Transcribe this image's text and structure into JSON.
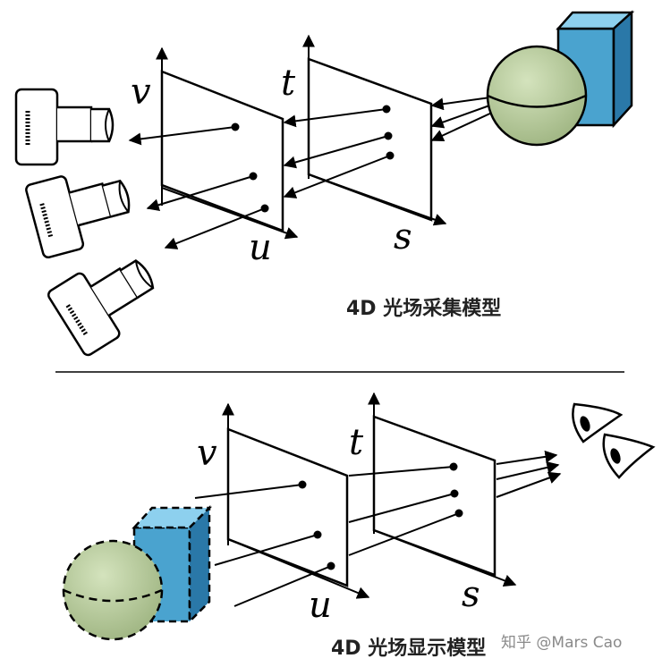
{
  "top_panel": {
    "axis_labels": {
      "v": "v",
      "t": "t",
      "u": "u",
      "s": "s"
    },
    "caption": "4D 光场采集模型"
  },
  "bottom_panel": {
    "axis_labels": {
      "v": "v",
      "t": "t",
      "u": "u",
      "s": "s"
    },
    "caption": "4D 光场显示模型"
  },
  "watermark": "知乎 @Mars Cao",
  "colors": {
    "sphere": "#b5c99a",
    "box_front": "#4aa3cf",
    "box_side": "#2a78a8",
    "box_top": "#8dd0ee",
    "line": "#000000"
  },
  "icons": [
    "camera-icon",
    "eye-icon",
    "sphere-shape",
    "cube-shape"
  ]
}
